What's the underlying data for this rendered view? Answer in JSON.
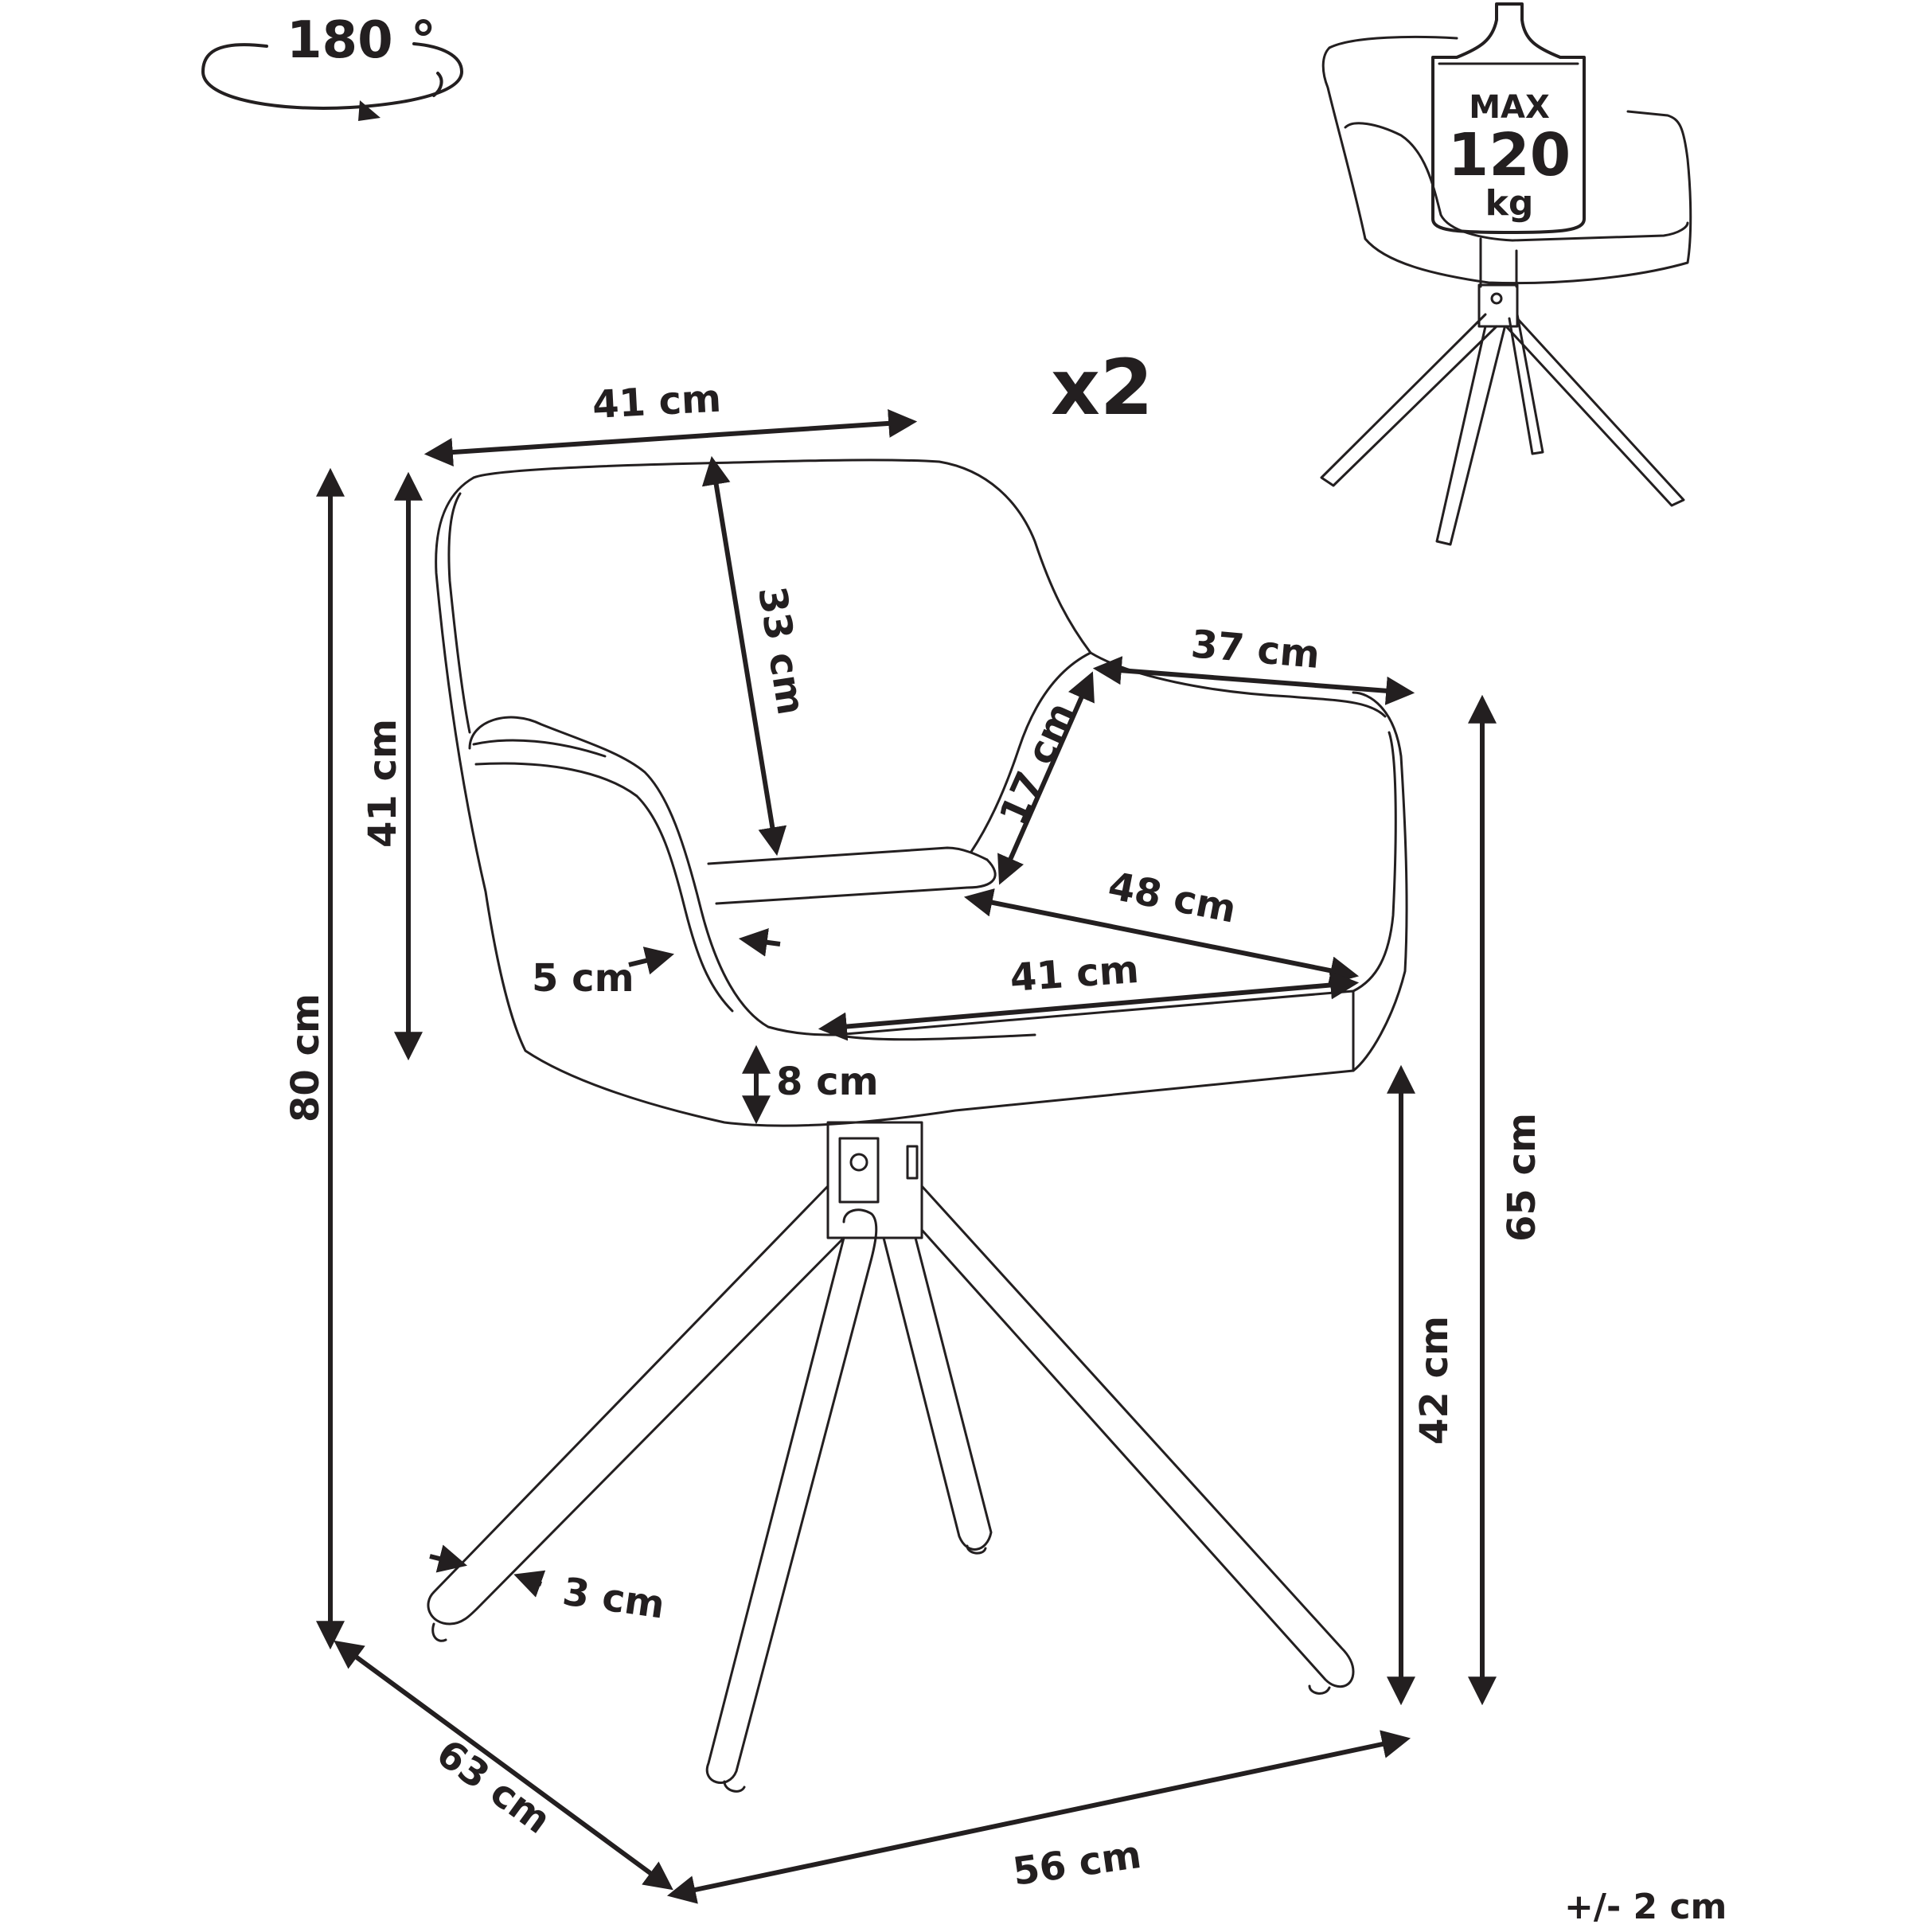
{
  "rotation": {
    "label": "180 °",
    "degrees": 180,
    "icon": "rotate-arrow-icon"
  },
  "quantity": "x2",
  "max_load": {
    "line1": "MAX",
    "line2": "120",
    "line3": "kg",
    "icon": "weight-icon"
  },
  "tolerance": "+/- 2 cm",
  "dimensions": {
    "backrest_top_width": "41 cm",
    "back_height": "33 cm",
    "armrest_length": "37 cm",
    "armrest_height": "17 cm",
    "seat_depth": "48 cm",
    "seat_width": "41 cm",
    "seat_front_thickness": "5 cm",
    "seat_cushion_thickness": "8 cm",
    "backrest_height": "41 cm",
    "total_height": "80 cm",
    "armrest_floor_height": "65 cm",
    "seat_height": "42 cm",
    "leg_width": "3 cm",
    "total_depth": "63 cm",
    "total_width": "56 cm"
  }
}
